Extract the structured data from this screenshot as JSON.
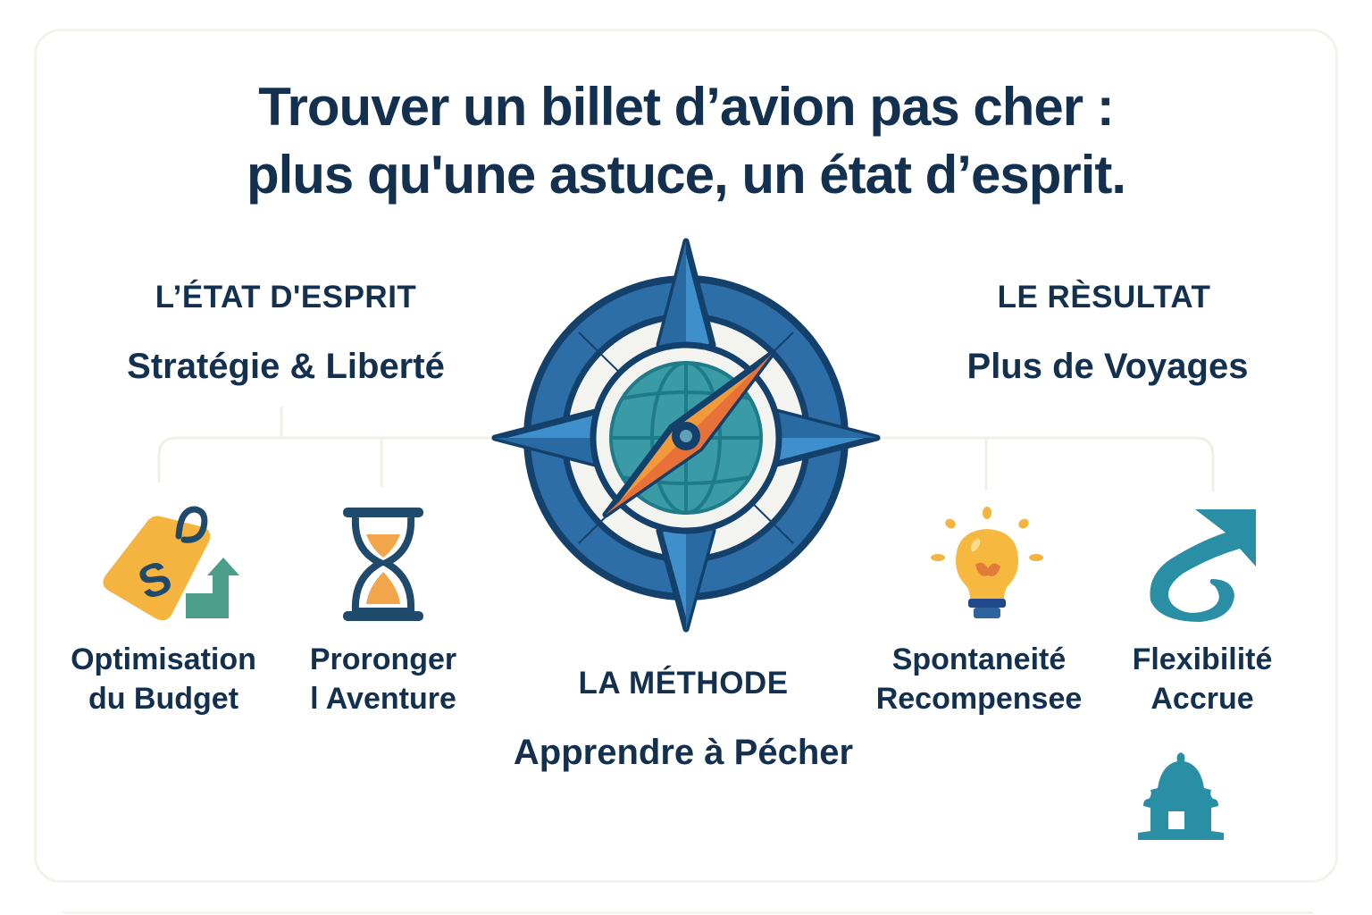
{
  "title": {
    "line1": "Trouver un billet d’avion pas cher :",
    "line2": "plus qu'une astuce, un état d’esprit."
  },
  "left_section": {
    "heading": "L’ÉTAT D'ESPRIT",
    "subheading": "Stratégie & Liberté",
    "items": [
      {
        "line1": "Optimisation",
        "line2": "du Budget",
        "icon": "price-tag-growth-icon"
      },
      {
        "line1": "Proronger",
        "line2": "l Aventure",
        "icon": "hourglass-icon"
      }
    ]
  },
  "center_section": {
    "heading": "LA MÉTHODE",
    "subheading": "Apprendre à Pécher",
    "icon": "compass-globe-icon"
  },
  "right_section": {
    "heading": "LE RÈSULTAT",
    "subheading": "Plus de Voyages",
    "items": [
      {
        "line1": "Spontaneité",
        "line2": "Recompensee",
        "icon": "lightbulb-icon"
      },
      {
        "line1": "Flexibilité",
        "line2": "Accrue",
        "icon": "curved-arrow-icon"
      }
    ],
    "extra_icon": "monument-dome-icon"
  },
  "colors": {
    "navy": "#13304f",
    "compass_blue": "#2d6ea8",
    "compass_light_blue": "#3f8fcc",
    "globe_teal": "#3a9aa6",
    "needle_orange": "#f29a3a",
    "needle_red_orange": "#e8713a",
    "tag_yellow": "#f5b43f",
    "growth_green": "#4a9e8a",
    "teal_icon": "#2a8fa5",
    "connector": "#f1efe8"
  }
}
